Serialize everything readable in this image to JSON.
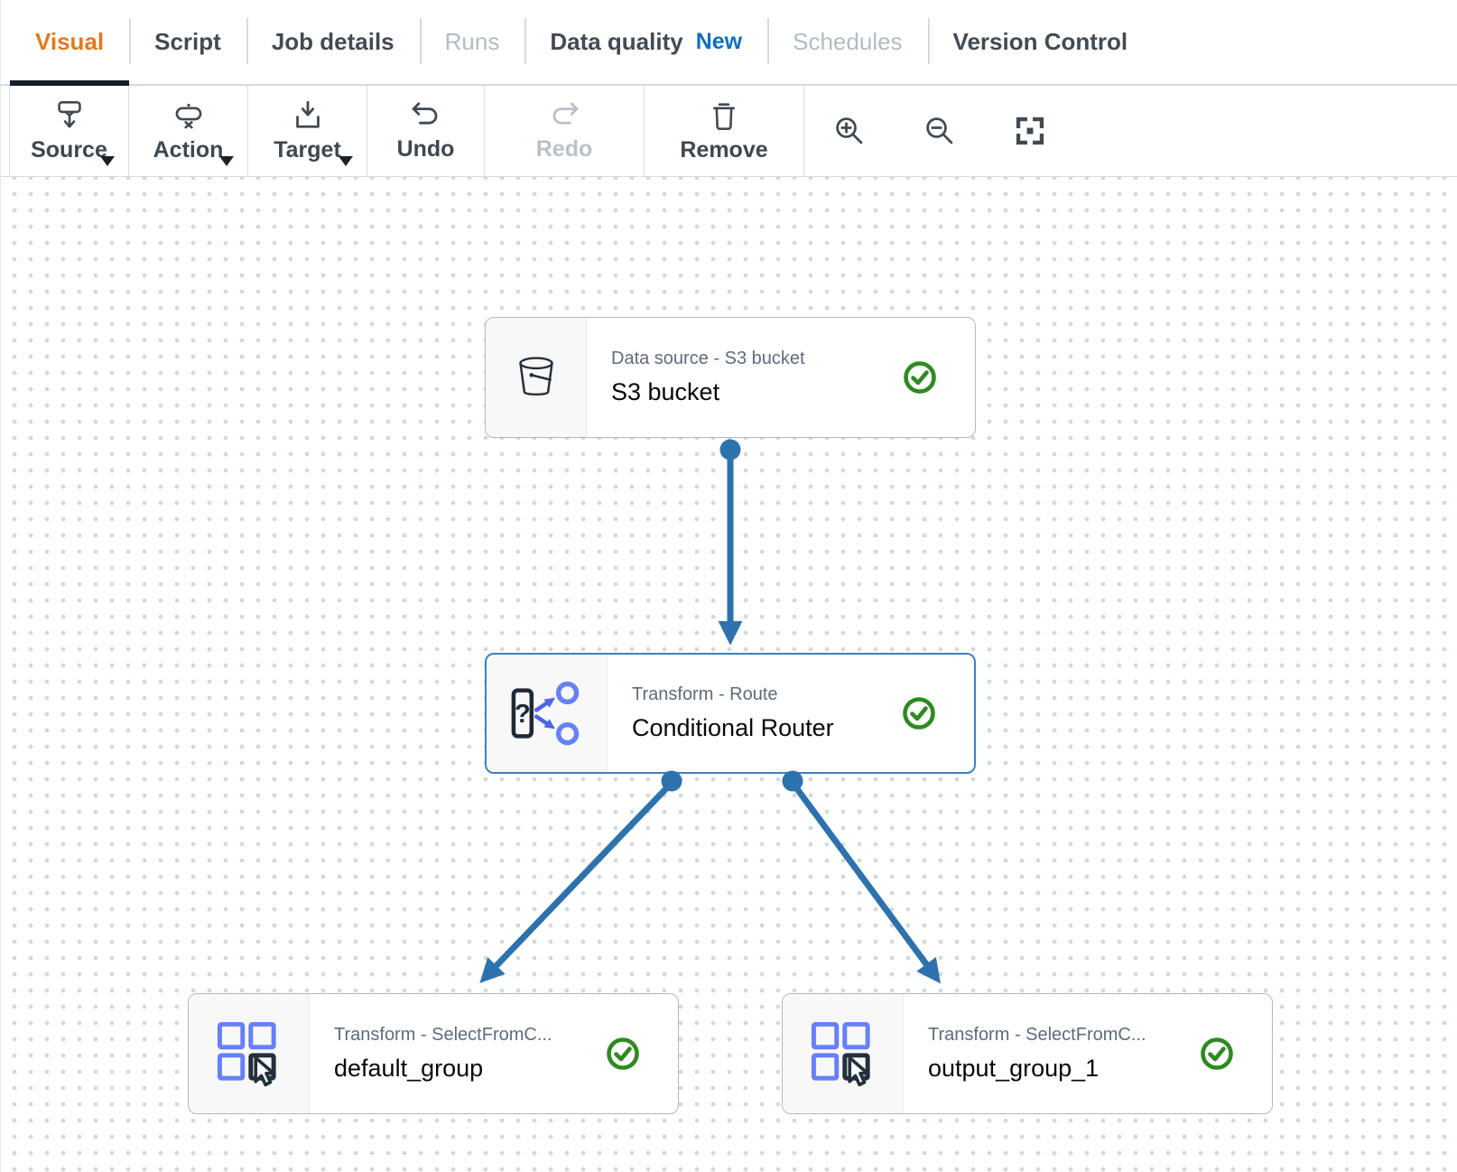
{
  "colors": {
    "accent_orange": "#e2791c",
    "edge_blue": "#2d72ac",
    "status_green": "#2f8a21",
    "selected_border_blue": "#3b82c4",
    "badge_blue": "#0a6fc2",
    "icon_periwinkle": "#6680f7"
  },
  "tabs": [
    {
      "label": "Visual",
      "state": "active"
    },
    {
      "label": "Script",
      "state": "default"
    },
    {
      "label": "Job details",
      "state": "default"
    },
    {
      "label": "Runs",
      "state": "disabled"
    },
    {
      "label": "Data quality",
      "badge": "New",
      "state": "default"
    },
    {
      "label": "Schedules",
      "state": "disabled"
    },
    {
      "label": "Version Control",
      "state": "default"
    }
  ],
  "toolbar": {
    "source": {
      "label": "Source",
      "icon": "source-icon",
      "has_menu": true
    },
    "action": {
      "label": "Action",
      "icon": "action-icon",
      "has_menu": true
    },
    "target": {
      "label": "Target",
      "icon": "target-icon",
      "has_menu": true
    },
    "undo": {
      "label": "Undo",
      "icon": "undo-icon"
    },
    "redo": {
      "label": "Redo",
      "icon": "redo-icon",
      "state": "disabled"
    },
    "remove": {
      "label": "Remove",
      "icon": "trash-icon"
    },
    "zoom_in": {
      "icon": "zoom-in-icon"
    },
    "zoom_out": {
      "icon": "zoom-out-icon"
    },
    "fit_view": {
      "icon": "fit-view-icon"
    }
  },
  "nodes": [
    {
      "type_label": "Data source - S3 bucket",
      "name": "S3 bucket",
      "icon": "s3-bucket-icon",
      "status": "valid",
      "selected": false
    },
    {
      "type_label": "Transform - Route",
      "name": "Conditional Router",
      "icon": "conditional-router-icon",
      "icon_glyph": "?",
      "status": "valid",
      "selected": true
    },
    {
      "type_label": "Transform - SelectFromC...",
      "name": "default_group",
      "icon": "select-from-collection-icon",
      "status": "valid",
      "selected": false
    },
    {
      "type_label": "Transform - SelectFromC...",
      "name": "output_group_1",
      "icon": "select-from-collection-icon",
      "status": "valid",
      "selected": false
    }
  ],
  "edges": [
    {
      "from": "S3 bucket",
      "to": "Conditional Router"
    },
    {
      "from": "Conditional Router",
      "to": "default_group"
    },
    {
      "from": "Conditional Router",
      "to": "output_group_1"
    }
  ]
}
